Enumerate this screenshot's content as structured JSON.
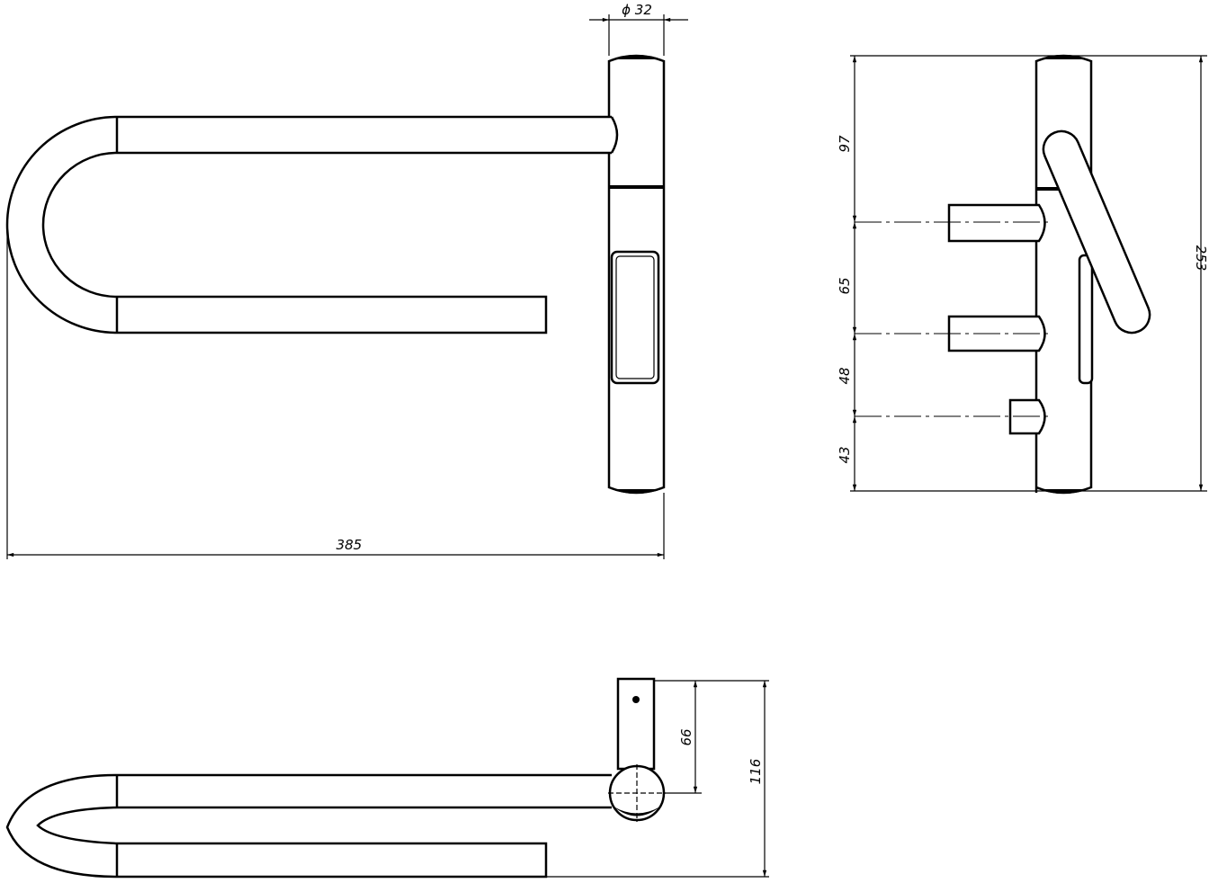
{
  "dimensions": {
    "post_diameter": "ϕ 32",
    "overall_width": "385",
    "top_to_upper_mount": "97",
    "upper_to_lower_mount": "65",
    "lower_to_small_mount": "48",
    "small_mount_to_bottom": "43",
    "overall_height": "253",
    "mount_offset": "66",
    "overall_depth": "116"
  }
}
